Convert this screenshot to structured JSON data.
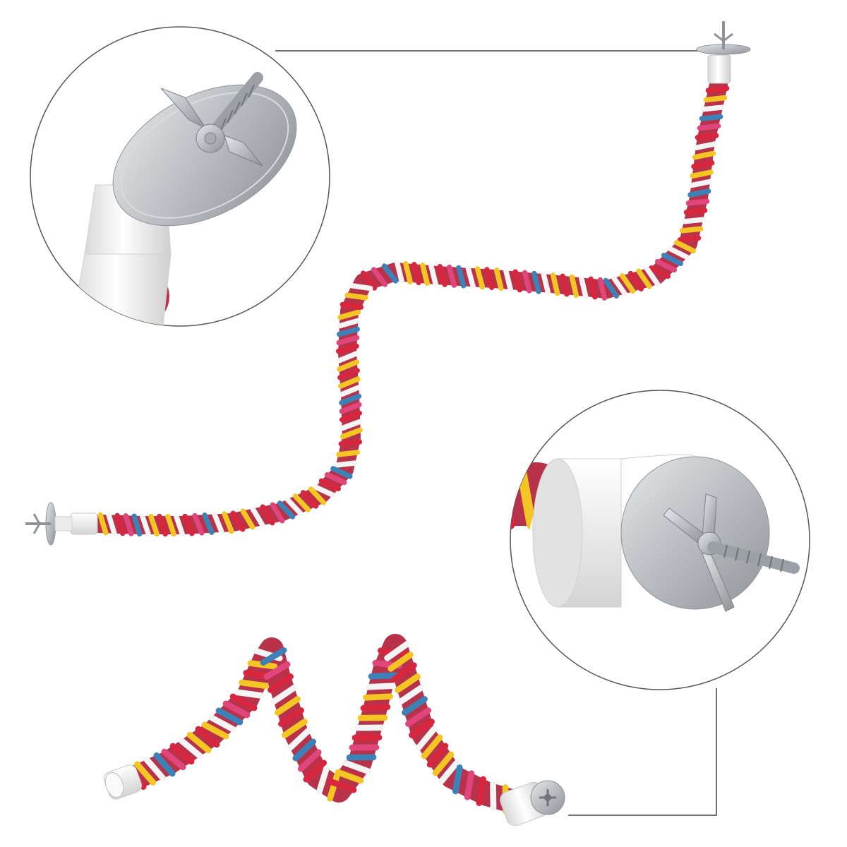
{
  "image": {
    "subject": "rope-bird-perch",
    "colors": {
      "background": "#ffffff",
      "rope_red": "#d7263d",
      "rope_yellow": "#f3c623",
      "rope_blue": "#3b82b8",
      "rope_white": "#f4f4f4",
      "rope_pink": "#e0457b",
      "cap_white": "#f2f2f2",
      "metal": "#b9bcc0",
      "callout_line": "#444444"
    },
    "callouts": [
      {
        "name": "top-end-closeup",
        "depicts": "washer-and-wing-nut-side-view"
      },
      {
        "name": "bottom-end-closeup",
        "depicts": "washer-and-wing-nut-front-view"
      }
    ]
  }
}
